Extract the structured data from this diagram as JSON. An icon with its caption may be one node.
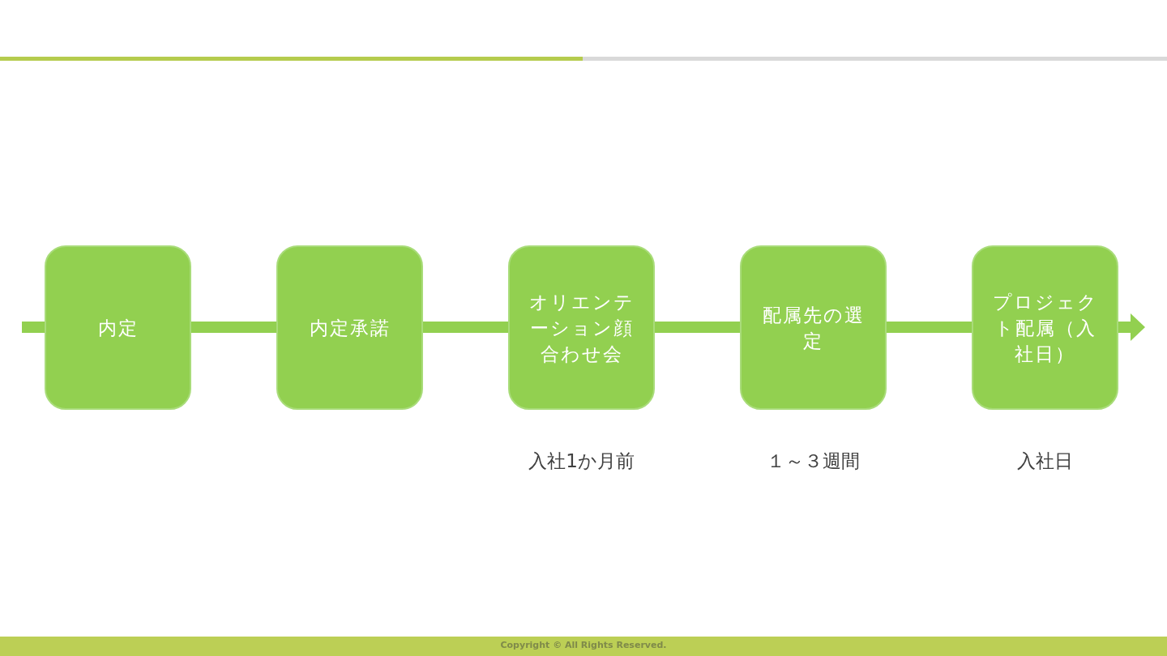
{
  "diagram": {
    "nodes": [
      {
        "text": [
          "内定"
        ]
      },
      {
        "text": [
          "内定承諾"
        ]
      },
      {
        "text": [
          "オリエンテーション顔合わせ会"
        ],
        "beside": [
          "入社1か月前"
        ]
      },
      {
        "text": [
          "配属先の選定"
        ],
        "beside": [
          "１～３週間"
        ]
      },
      {
        "text": [
          "プロジェクト配属（入社日）"
        ],
        "beside": [
          "入社日"
        ]
      }
    ],
    "edges": [
      {
        "from": null,
        "to": 0,
        "arrow": "none"
      },
      {
        "from": 0,
        "to": 1,
        "arrow": "none"
      },
      {
        "from": 1,
        "to": 2,
        "arrow": "none"
      },
      {
        "from": 2,
        "to": 3,
        "arrow": "none"
      },
      {
        "from": 3,
        "to": 4,
        "arrow": "none"
      },
      {
        "from": 4,
        "to": null,
        "arrow": "to"
      }
    ],
    "labels": [
      "Copyright © All Rights Reserved."
    ]
  }
}
